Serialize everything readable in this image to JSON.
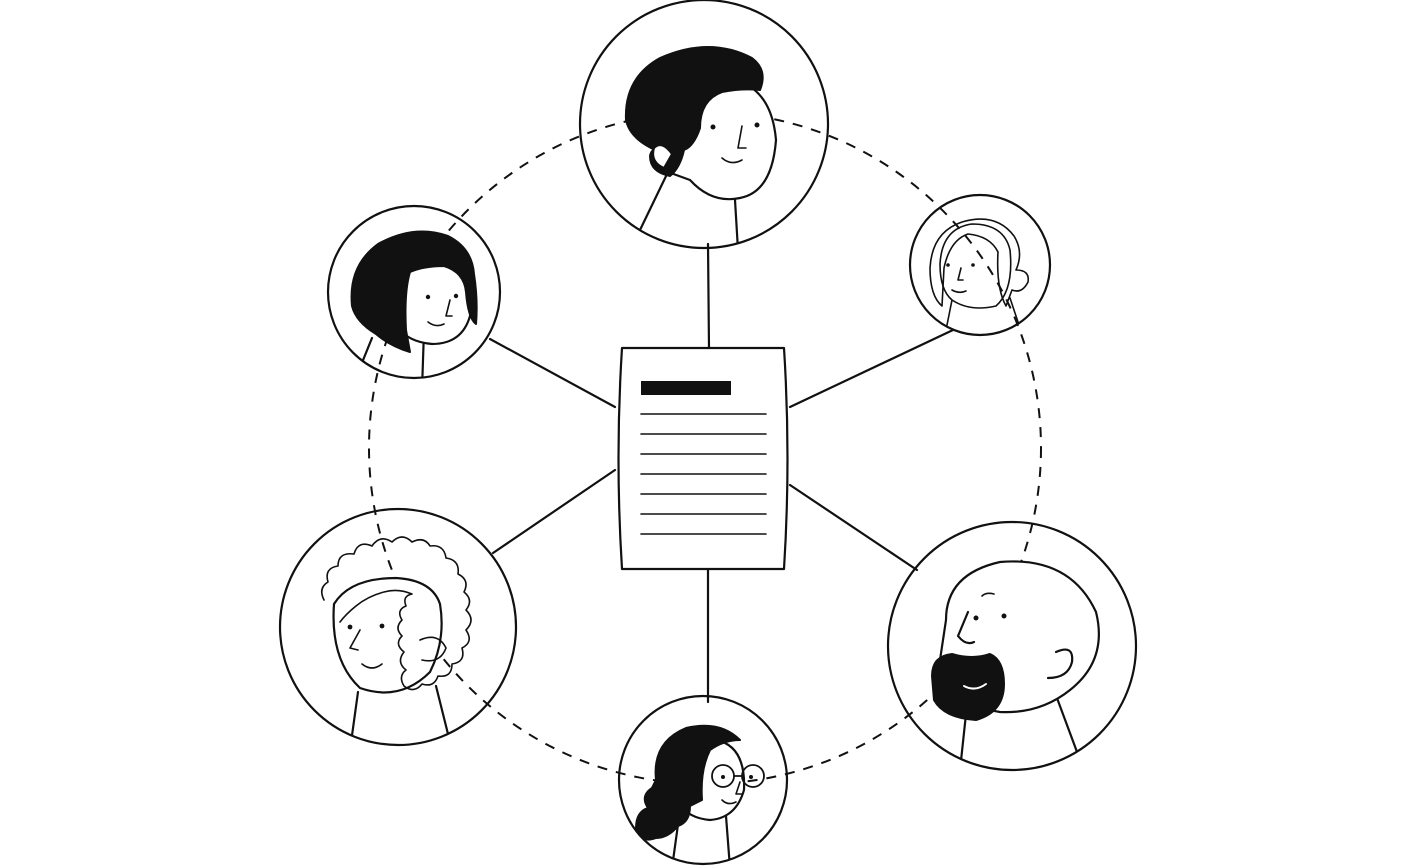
{
  "diagram": {
    "center": {
      "kind": "document",
      "icon": "document-icon",
      "text_lines": 7
    },
    "people": [
      {
        "id": "top",
        "icon": "person-avatar-icon",
        "hair": "dark-swept"
      },
      {
        "id": "upper-left",
        "icon": "person-avatar-icon",
        "hair": "black-bob"
      },
      {
        "id": "upper-right",
        "icon": "person-avatar-icon",
        "hair": "light-bun"
      },
      {
        "id": "lower-left",
        "icon": "person-avatar-icon",
        "hair": "curly"
      },
      {
        "id": "lower-right",
        "icon": "person-avatar-icon",
        "hair": "bald-bearded"
      },
      {
        "id": "bottom",
        "icon": "person-avatar-icon",
        "hair": "dark-wavy-glasses"
      }
    ],
    "connectors": {
      "style": "solid",
      "from": "center",
      "to": "each-person"
    },
    "outer_ring": {
      "style": "dashed"
    },
    "colors": {
      "ink": "#111111",
      "background": "#ffffff"
    }
  }
}
